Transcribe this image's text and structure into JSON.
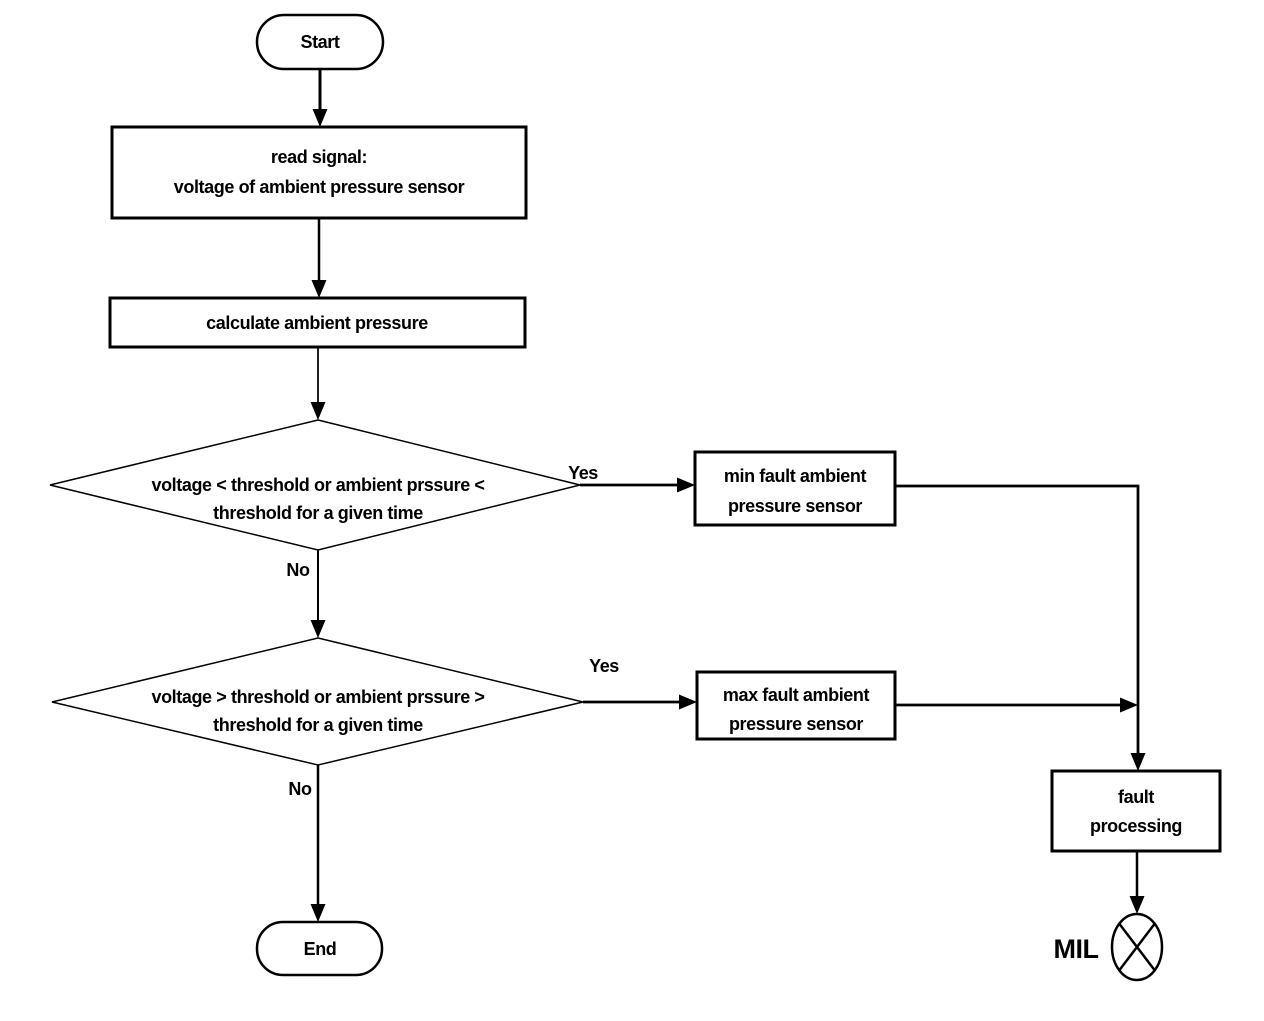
{
  "page": {
    "background": "#ffffff"
  },
  "colors": {
    "stroke": "#000000",
    "node_fill": "#ffffff"
  },
  "diagram": {
    "type": "flowchart",
    "subject": "ambient pressure sensor fault detection",
    "nodes": {
      "start": {
        "shape": "stadium",
        "label": "Start"
      },
      "read_signal": {
        "shape": "process",
        "lines": [
          "read signal:",
          "voltage of ambient pressure sensor"
        ]
      },
      "calculate": {
        "shape": "process",
        "label": "calculate ambient pressure"
      },
      "decision_min": {
        "shape": "decision",
        "lines": [
          "voltage < threshold or ambient prssure <",
          "threshold for a given time"
        ]
      },
      "min_fault": {
        "shape": "process",
        "lines": [
          "min fault ambient",
          "pressure sensor"
        ]
      },
      "decision_max": {
        "shape": "decision",
        "lines": [
          "voltage > threshold or ambient prssure >",
          "threshold for a given time"
        ]
      },
      "max_fault": {
        "shape": "process",
        "lines": [
          "max fault ambient",
          "pressure sensor"
        ]
      },
      "fault_processing": {
        "shape": "process",
        "lines": [
          "fault",
          "processing"
        ]
      },
      "end": {
        "shape": "stadium",
        "label": "End"
      },
      "mil_lamp": {
        "shape": "lamp-indicator",
        "label": "MIL"
      }
    },
    "edge_labels": {
      "decision_min_yes": "Yes",
      "decision_min_no": "No",
      "decision_max_yes": "Yes",
      "decision_max_no": "No"
    }
  }
}
